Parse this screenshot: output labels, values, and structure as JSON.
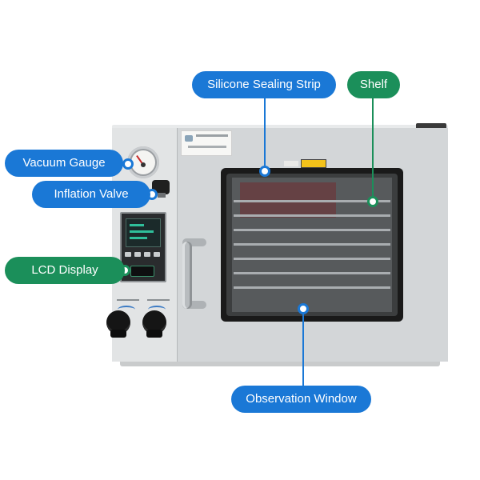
{
  "callouts": {
    "silicone_sealing_strip": "Silicone Sealing Strip",
    "shelf": "Shelf",
    "vacuum_gauge": "Vacuum Gauge",
    "inflation_valve": "Inflation Valve",
    "lcd_display": "LCD Display",
    "observation_window": "Observation Window"
  },
  "colors": {
    "callout_blue": "#1a78d6",
    "callout_green": "#1b8f5a",
    "oven_body": "#d9dcdd",
    "warning_label": "#f3c21a"
  },
  "icons": {
    "gauge": "pressure-gauge-icon",
    "valve": "valve-knob-icon",
    "knob": "rotary-knob-icon",
    "callout_marker": "target-dot-icon"
  }
}
